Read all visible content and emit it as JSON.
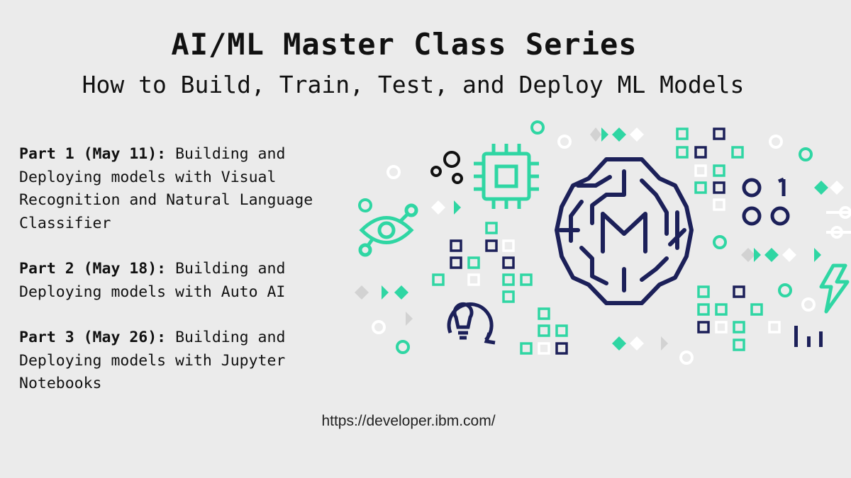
{
  "header": {
    "title": "AI/ML Master Class Series",
    "subtitle": "How to Build, Train, Test, and Deploy ML Models"
  },
  "sessions": [
    {
      "label": "Part 1 (May 11):",
      "text": "Building and Deploying models with Visual Recognition and Natural Language Classifier"
    },
    {
      "label": "Part 2 (May 18):",
      "text": "Building and Deploying models with Auto AI"
    },
    {
      "label": "Part 3 (May 26):",
      "text": "Building and Deploying models with Jupyter Notebooks"
    }
  ],
  "footer": {
    "url": "https://developer.ibm.com/"
  },
  "colors": {
    "navy": "#1c2059",
    "teal": "#2fd6a3",
    "light": "#ffffff",
    "grey": "#d2d2d2"
  },
  "icons": [
    "brain-icon",
    "chip-icon",
    "eye-icon",
    "lightbulb-icon",
    "lightning-icon",
    "bar-chart-icon",
    "binary-icon"
  ]
}
